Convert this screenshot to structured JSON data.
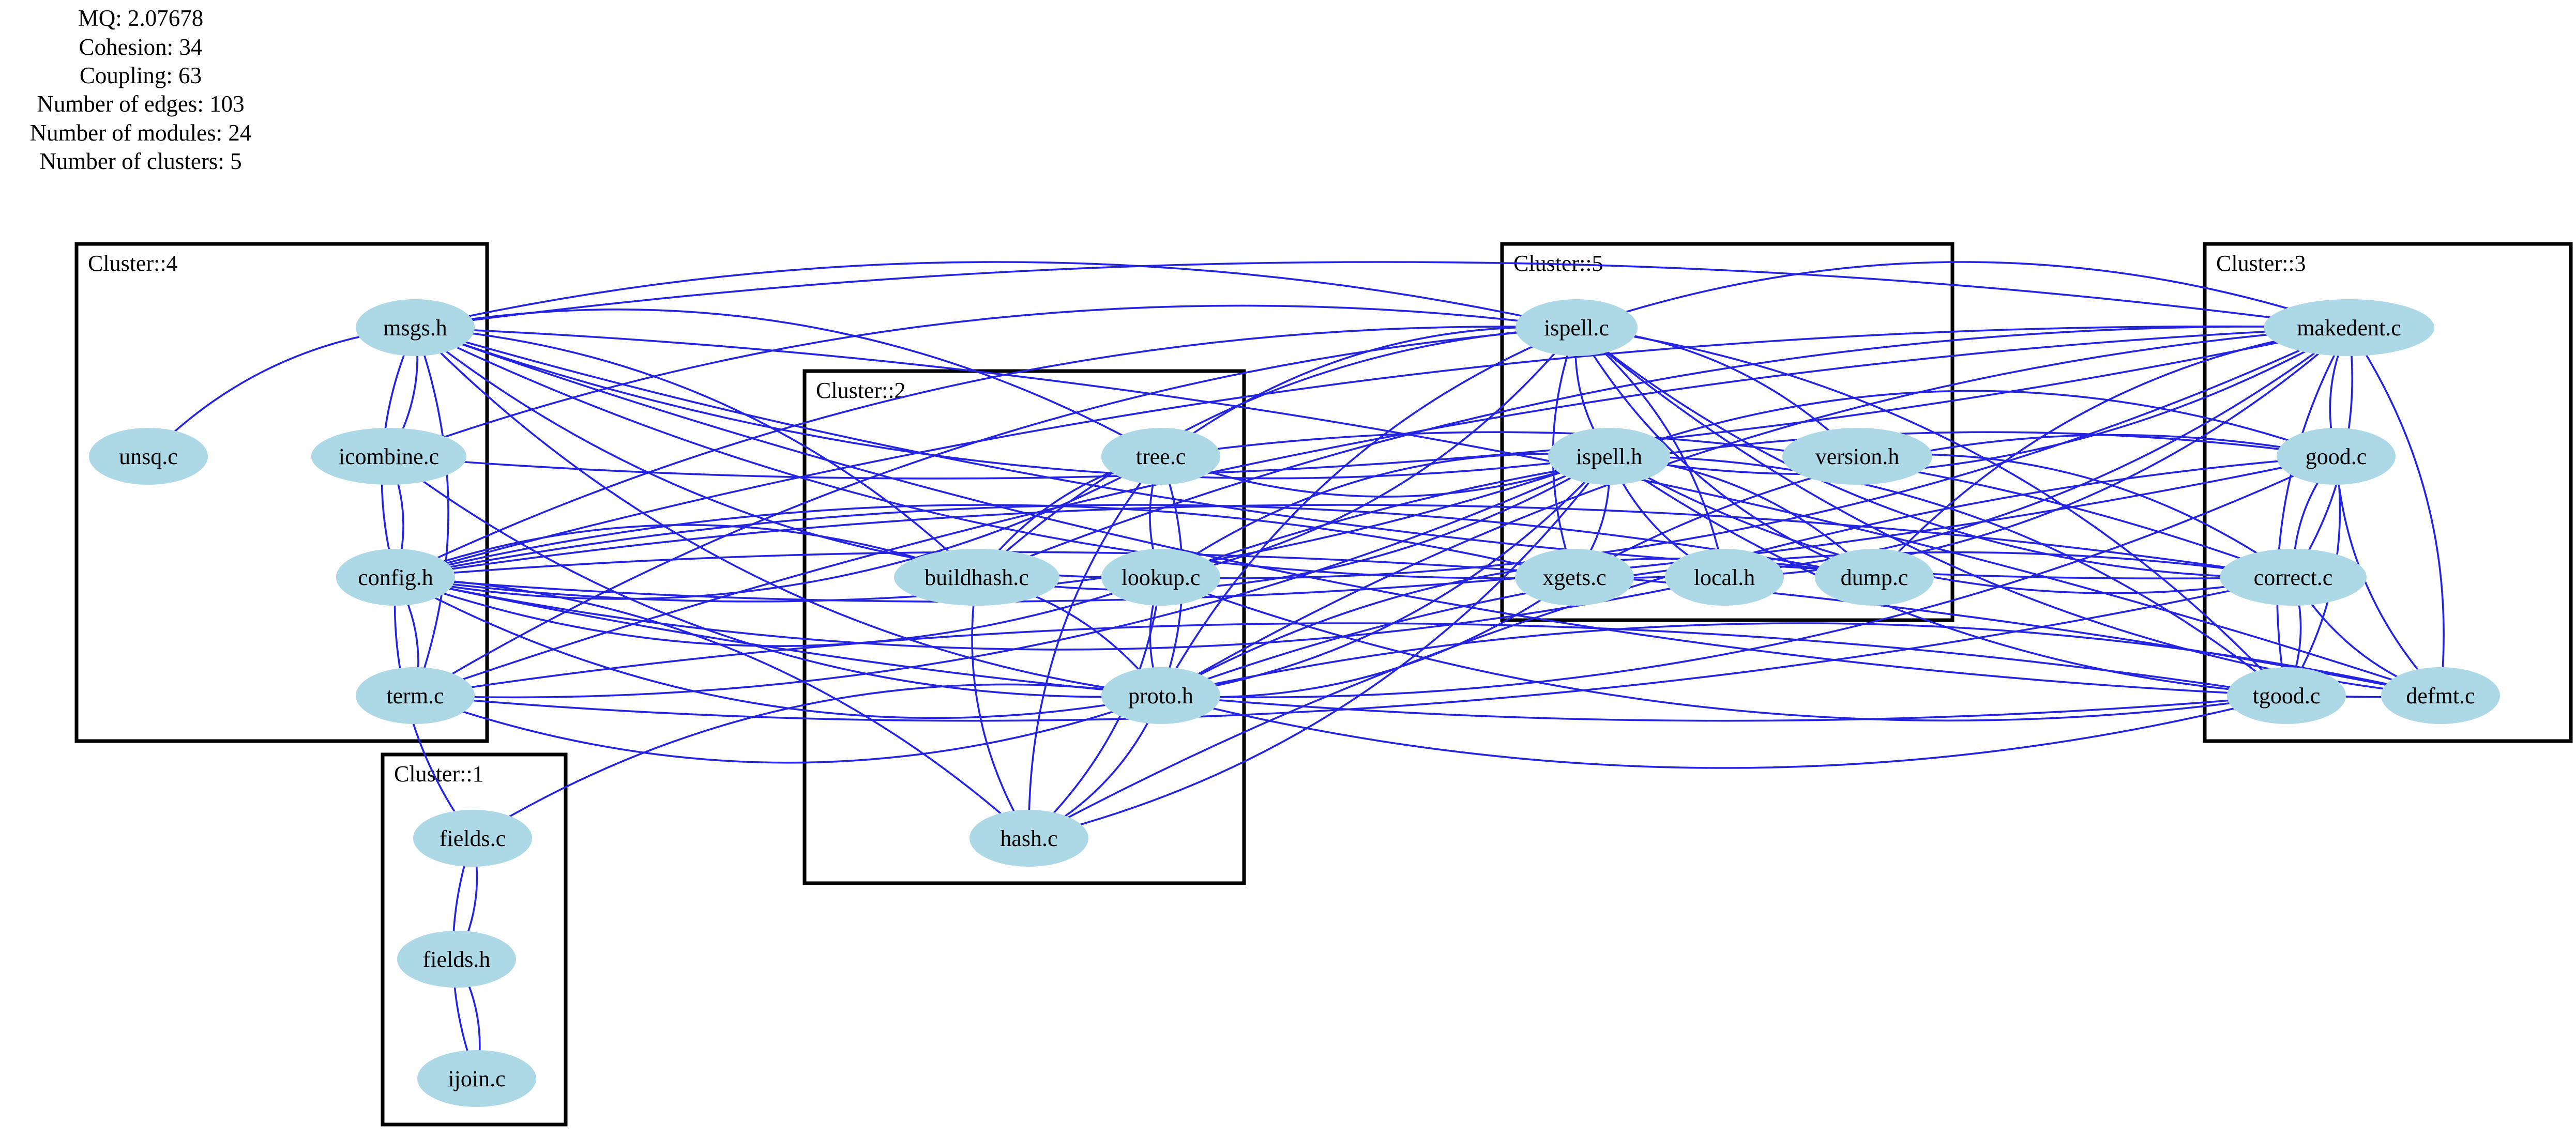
{
  "stats": [
    "MQ: 2.07678",
    "Cohesion: 34",
    "Coupling: 63",
    "Number of edges: 103",
    "Number of modules: 24",
    "Number of clusters: 5"
  ],
  "colors": {
    "node_fill": "#add8e6",
    "edge": "#2323e0",
    "cluster_border": "#000000",
    "background": "#ffffff"
  },
  "clusters": [
    {
      "id": "c4",
      "label": "Cluster::4"
    },
    {
      "id": "c2",
      "label": "Cluster::2"
    },
    {
      "id": "c5",
      "label": "Cluster::5"
    },
    {
      "id": "c3",
      "label": "Cluster::3"
    },
    {
      "id": "c1",
      "label": "Cluster::1"
    }
  ],
  "nodes": [
    {
      "id": "msgs_h",
      "label": "msgs.h",
      "cluster": "c4"
    },
    {
      "id": "unsq_c",
      "label": "unsq.c",
      "cluster": "c4"
    },
    {
      "id": "icombine_c",
      "label": "icombine.c",
      "cluster": "c4"
    },
    {
      "id": "config_h",
      "label": "config.h",
      "cluster": "c4"
    },
    {
      "id": "term_c",
      "label": "term.c",
      "cluster": "c4"
    },
    {
      "id": "tree_c",
      "label": "tree.c",
      "cluster": "c2"
    },
    {
      "id": "buildhash_c",
      "label": "buildhash.c",
      "cluster": "c2"
    },
    {
      "id": "lookup_c",
      "label": "lookup.c",
      "cluster": "c2"
    },
    {
      "id": "proto_h",
      "label": "proto.h",
      "cluster": "c2"
    },
    {
      "id": "hash_c",
      "label": "hash.c",
      "cluster": "c2"
    },
    {
      "id": "ispell_c",
      "label": "ispell.c",
      "cluster": "c5"
    },
    {
      "id": "ispell_h",
      "label": "ispell.h",
      "cluster": "c5"
    },
    {
      "id": "version_h",
      "label": "version.h",
      "cluster": "c5"
    },
    {
      "id": "xgets_c",
      "label": "xgets.c",
      "cluster": "c5"
    },
    {
      "id": "local_h",
      "label": "local.h",
      "cluster": "c5"
    },
    {
      "id": "dump_c",
      "label": "dump.c",
      "cluster": "c5"
    },
    {
      "id": "makedent_c",
      "label": "makedent.c",
      "cluster": "c3"
    },
    {
      "id": "good_c",
      "label": "good.c",
      "cluster": "c3"
    },
    {
      "id": "correct_c",
      "label": "correct.c",
      "cluster": "c3"
    },
    {
      "id": "tgood_c",
      "label": "tgood.c",
      "cluster": "c3"
    },
    {
      "id": "defmt_c",
      "label": "defmt.c",
      "cluster": "c3"
    },
    {
      "id": "fields_c",
      "label": "fields.c",
      "cluster": "c1"
    },
    {
      "id": "fields_h",
      "label": "fields.h",
      "cluster": "c1"
    },
    {
      "id": "ijoin_c",
      "label": "ijoin.c",
      "cluster": "c1"
    }
  ],
  "edges": [
    [
      "msgs_h",
      "unsq_c"
    ],
    [
      "msgs_h",
      "icombine_c"
    ],
    [
      "msgs_h",
      "config_h"
    ],
    [
      "msgs_h",
      "term_c"
    ],
    [
      "msgs_h",
      "proto_h"
    ],
    [
      "msgs_h",
      "buildhash_c"
    ],
    [
      "msgs_h",
      "lookup_c"
    ],
    [
      "msgs_h",
      "ispell_c"
    ],
    [
      "msgs_h",
      "ispell_h"
    ],
    [
      "msgs_h",
      "makedent_c"
    ],
    [
      "msgs_h",
      "correct_c"
    ],
    [
      "msgs_h",
      "tree_c"
    ],
    [
      "msgs_h",
      "xgets_c"
    ],
    [
      "msgs_h",
      "defmt_c"
    ],
    [
      "msgs_h",
      "tgood_c"
    ],
    [
      "icombine_c",
      "config_h"
    ],
    [
      "icombine_c",
      "proto_h"
    ],
    [
      "icombine_c",
      "ispell_c"
    ],
    [
      "icombine_c",
      "makedent_c"
    ],
    [
      "config_h",
      "term_c"
    ],
    [
      "config_h",
      "proto_h"
    ],
    [
      "config_h",
      "buildhash_c"
    ],
    [
      "config_h",
      "lookup_c"
    ],
    [
      "config_h",
      "hash_c"
    ],
    [
      "config_h",
      "fields_c"
    ],
    [
      "config_h",
      "ispell_c"
    ],
    [
      "config_h",
      "ispell_h"
    ],
    [
      "config_h",
      "makedent_c"
    ],
    [
      "config_h",
      "good_c"
    ],
    [
      "config_h",
      "correct_c"
    ],
    [
      "config_h",
      "tgood_c"
    ],
    [
      "config_h",
      "defmt_c"
    ],
    [
      "config_h",
      "tree_c"
    ],
    [
      "config_h",
      "xgets_c"
    ],
    [
      "config_h",
      "local_h"
    ],
    [
      "config_h",
      "dump_c"
    ],
    [
      "term_c",
      "proto_h"
    ],
    [
      "term_c",
      "ispell_c"
    ],
    [
      "term_c",
      "ispell_h"
    ],
    [
      "term_c",
      "makedent_c"
    ],
    [
      "term_c",
      "correct_c"
    ],
    [
      "term_c",
      "tgood_c"
    ],
    [
      "tree_c",
      "lookup_c"
    ],
    [
      "tree_c",
      "proto_h"
    ],
    [
      "tree_c",
      "hash_c"
    ],
    [
      "tree_c",
      "ispell_c"
    ],
    [
      "tree_c",
      "ispell_h"
    ],
    [
      "tree_c",
      "correct_c"
    ],
    [
      "tree_c",
      "buildhash_c"
    ],
    [
      "buildhash_c",
      "proto_h"
    ],
    [
      "buildhash_c",
      "hash_c"
    ],
    [
      "buildhash_c",
      "ispell_c"
    ],
    [
      "buildhash_c",
      "ispell_h"
    ],
    [
      "buildhash_c",
      "makedent_c"
    ],
    [
      "lookup_c",
      "proto_h"
    ],
    [
      "lookup_c",
      "hash_c"
    ],
    [
      "lookup_c",
      "ispell_c"
    ],
    [
      "lookup_c",
      "ispell_h"
    ],
    [
      "lookup_c",
      "makedent_c"
    ],
    [
      "lookup_c",
      "good_c"
    ],
    [
      "lookup_c",
      "tgood_c"
    ],
    [
      "proto_h",
      "hash_c"
    ],
    [
      "proto_h",
      "fields_c"
    ],
    [
      "proto_h",
      "ispell_c"
    ],
    [
      "proto_h",
      "ispell_h"
    ],
    [
      "proto_h",
      "makedent_c"
    ],
    [
      "proto_h",
      "good_c"
    ],
    [
      "proto_h",
      "correct_c"
    ],
    [
      "proto_h",
      "tgood_c"
    ],
    [
      "proto_h",
      "defmt_c"
    ],
    [
      "proto_h",
      "xgets_c"
    ],
    [
      "proto_h",
      "dump_c"
    ],
    [
      "hash_c",
      "ispell_h"
    ],
    [
      "hash_c",
      "good_c"
    ],
    [
      "ispell_c",
      "ispell_h"
    ],
    [
      "ispell_c",
      "version_h"
    ],
    [
      "ispell_c",
      "xgets_c"
    ],
    [
      "ispell_c",
      "local_h"
    ],
    [
      "ispell_c",
      "dump_c"
    ],
    [
      "ispell_c",
      "makedent_c"
    ],
    [
      "ispell_c",
      "correct_c"
    ],
    [
      "ispell_c",
      "tgood_c"
    ],
    [
      "ispell_c",
      "defmt_c"
    ],
    [
      "ispell_h",
      "xgets_c"
    ],
    [
      "ispell_h",
      "local_h"
    ],
    [
      "ispell_h",
      "dump_c"
    ],
    [
      "ispell_h",
      "makedent_c"
    ],
    [
      "ispell_h",
      "good_c"
    ],
    [
      "ispell_h",
      "correct_c"
    ],
    [
      "ispell_h",
      "tgood_c"
    ],
    [
      "ispell_h",
      "defmt_c"
    ],
    [
      "version_h",
      "correct_c"
    ],
    [
      "xgets_c",
      "makedent_c"
    ],
    [
      "xgets_c",
      "good_c"
    ],
    [
      "local_h",
      "makedent_c"
    ],
    [
      "dump_c",
      "makedent_c"
    ],
    [
      "makedent_c",
      "good_c"
    ],
    [
      "makedent_c",
      "correct_c"
    ],
    [
      "makedent_c",
      "tgood_c"
    ],
    [
      "makedent_c",
      "defmt_c"
    ],
    [
      "good_c",
      "correct_c"
    ],
    [
      "good_c",
      "tgood_c"
    ],
    [
      "good_c",
      "defmt_c"
    ],
    [
      "correct_c",
      "tgood_c"
    ],
    [
      "correct_c",
      "defmt_c"
    ],
    [
      "fields_c",
      "fields_h"
    ],
    [
      "fields_c",
      "ijoin_c"
    ],
    [
      "fields_h",
      "ijoin_c"
    ]
  ]
}
